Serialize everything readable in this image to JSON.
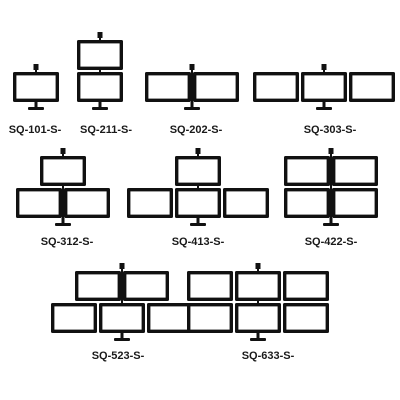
{
  "configurations": [
    {
      "label": "SQ-101-S-",
      "rows": [
        1
      ]
    },
    {
      "label": "SQ-211-S-",
      "rows": [
        1,
        1
      ]
    },
    {
      "label": "SQ-202-S-",
      "rows": [
        2
      ]
    },
    {
      "label": "SQ-303-S-",
      "rows": [
        3
      ]
    },
    {
      "label": "SQ-312-S-",
      "rows": [
        1,
        2
      ]
    },
    {
      "label": "SQ-413-S-",
      "rows": [
        1,
        3
      ]
    },
    {
      "label": "SQ-422-S-",
      "rows": [
        2,
        2
      ]
    },
    {
      "label": "SQ-523-S-",
      "rows": [
        2,
        3
      ]
    },
    {
      "label": "SQ-633-S-",
      "rows": [
        3,
        3
      ]
    }
  ],
  "colors": {
    "ink": "#111111",
    "screen": "#ffffff",
    "background": "#ffffff"
  }
}
